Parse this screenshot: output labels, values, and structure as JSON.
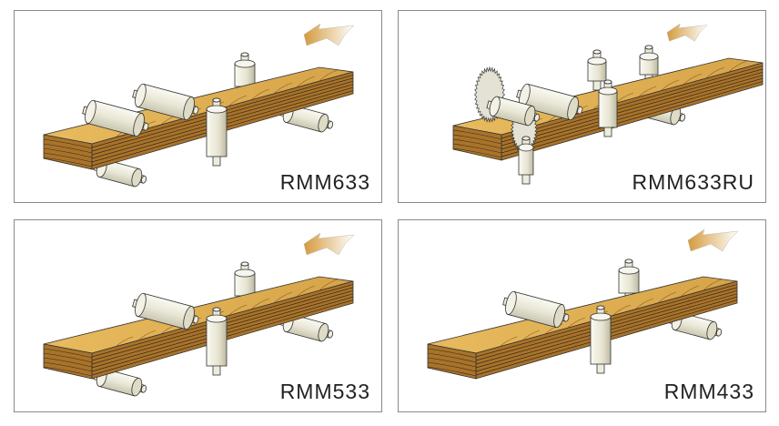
{
  "panels": [
    {
      "model": "RMM633",
      "variant": "top-bottom-side-rollers"
    },
    {
      "model": "RMM633RU",
      "variant": "with-saw-blades"
    },
    {
      "model": "RMM533",
      "variant": "five-rollers"
    },
    {
      "model": "RMM433",
      "variant": "four-rollers"
    }
  ],
  "colors": {
    "wood_face": "#d9a94a",
    "wood_end": "#a8732a",
    "roller": "#f2f0e4",
    "outline": "#333333",
    "border": "#8a8a8a"
  }
}
